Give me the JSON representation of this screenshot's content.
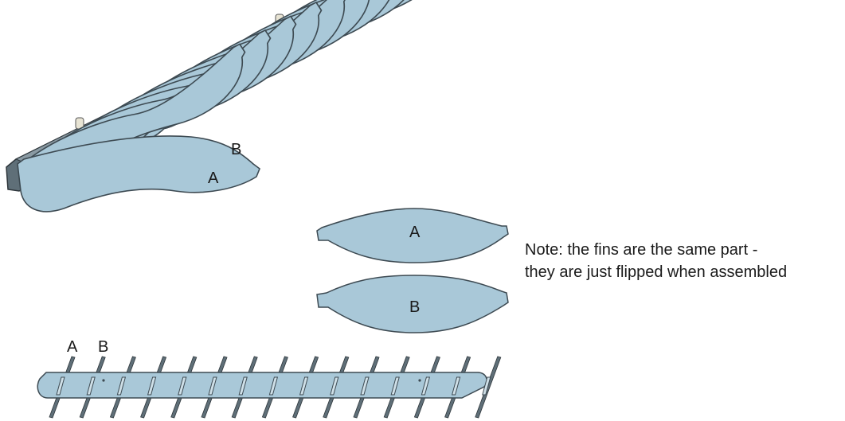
{
  "assembly": {
    "label_a": "A",
    "label_b": "B"
  },
  "fins": {
    "fin_a_label": "A",
    "fin_b_label": "B"
  },
  "note": {
    "line1": "Note: the fins are the same part -",
    "line2": "they are just flipped when assembled"
  },
  "spine": {
    "label_a": "A",
    "label_b": "B"
  },
  "colors": {
    "fin_fill": "#a9c8d8",
    "fin_stroke": "#3d4a52",
    "base_fill": "#5f6f78",
    "peg_fill": "#e8e4d4"
  }
}
